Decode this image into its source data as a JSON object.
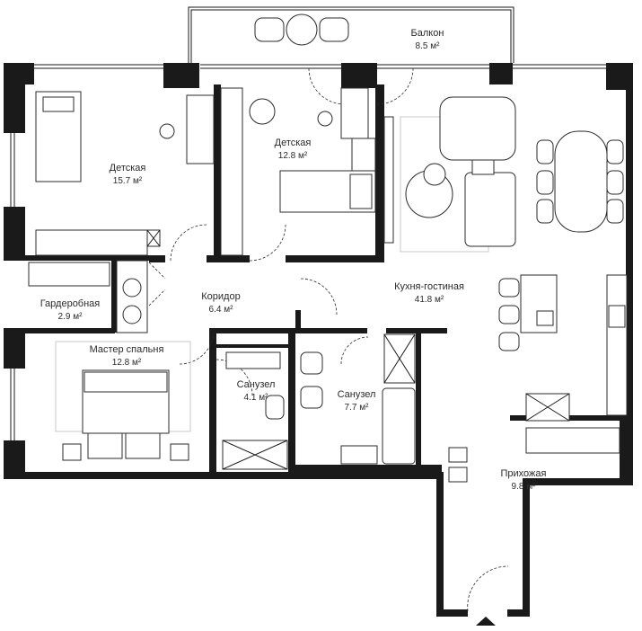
{
  "rooms": [
    {
      "id": "balcony",
      "name": "Балкон",
      "area": "8.5 м²"
    },
    {
      "id": "kids1",
      "name": "Детская",
      "area": "15.7 м²"
    },
    {
      "id": "kids2",
      "name": "Детская",
      "area": "12.8 м²"
    },
    {
      "id": "closet",
      "name": "Гардеробная",
      "area": "2.9 м²"
    },
    {
      "id": "corridor",
      "name": "Коридор",
      "area": "6.4 м²"
    },
    {
      "id": "kitchen",
      "name": "Кухня-гостиная",
      "area": "41.8 м²"
    },
    {
      "id": "master",
      "name": "Мастер спальня",
      "area": "12.8 м²"
    },
    {
      "id": "bath1",
      "name": "Санузел",
      "area": "4.1 м²"
    },
    {
      "id": "bath2",
      "name": "Санузел",
      "area": "7.7 м²"
    },
    {
      "id": "hall",
      "name": "Прихожая",
      "area": "9.8 м²"
    }
  ],
  "entrance": {
    "icon": "entrance-arrow-icon"
  }
}
